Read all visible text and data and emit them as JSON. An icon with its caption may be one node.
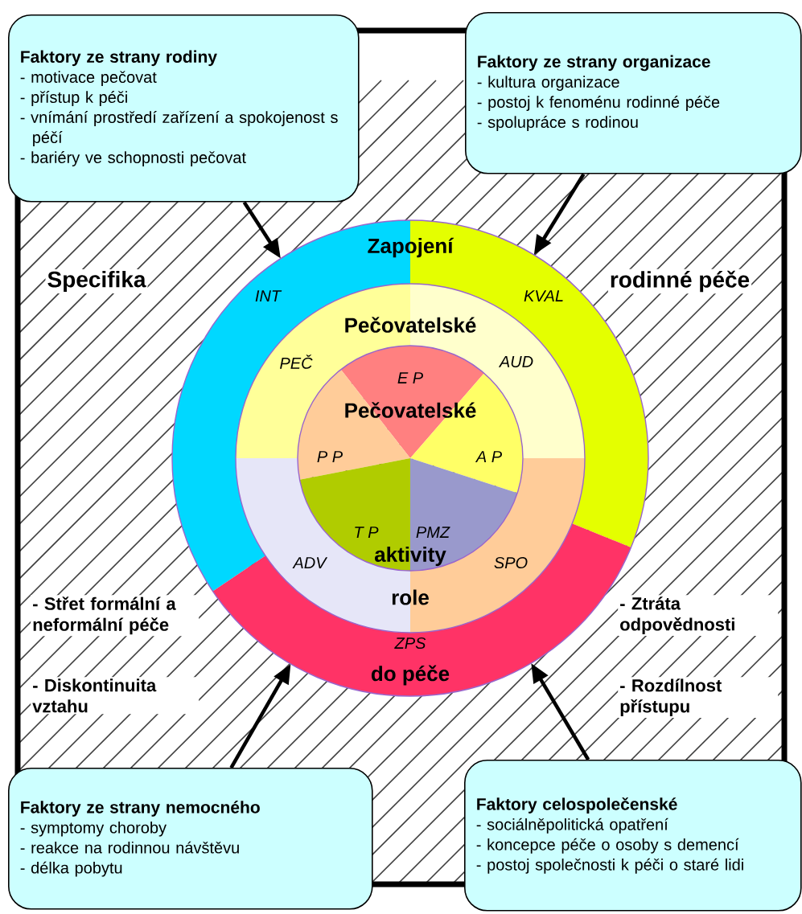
{
  "diagram": {
    "nodes": [
      {
        "text": [
          "Faktory ze strany rodiny",
          "- motivace pečovat",
          "- přístup k péči",
          "- vnímání prostředí zařízení a spokojenost s péčí",
          "- bariéry ve schopnosti pečovat"
        ]
      },
      {
        "text": [
          "Faktory ze strany organizace",
          "- kultura organizace",
          "- postoj k fenoménu rodinné péče",
          "- spolupráce s rodinou"
        ]
      },
      {
        "text": [
          "INT"
        ]
      },
      {
        "text": [
          "KVAL"
        ]
      },
      {
        "text": [
          "PEČ"
        ]
      },
      {
        "text": [
          "AUD"
        ]
      },
      {
        "text": [
          "E P"
        ]
      },
      {
        "text": [
          "P P"
        ]
      },
      {
        "text": [
          "A P"
        ]
      },
      {
        "text": [
          "T P"
        ]
      },
      {
        "text": [
          "PMZ"
        ]
      },
      {
        "text": [
          "ADV"
        ]
      },
      {
        "text": [
          "SPO"
        ]
      },
      {
        "text": [
          "ZPS"
        ]
      },
      {
        "text": [
          "Faktory ze strany nemocného",
          "- symptomy choroby",
          "- reakce na rodinnou návštěvu",
          "- délka pobytu"
        ]
      },
      {
        "text": [
          "Faktory celospolečenské",
          "- sociálněpolitická opatření",
          "- koncepce péče o osoby s demencí",
          "- postoj společnosti k péči o staré lidi"
        ]
      }
    ],
    "edges": [
      {
        "from": 0,
        "to": 2,
        "arrow": "to"
      },
      {
        "from": 1,
        "to": 3,
        "arrow": "to"
      },
      {
        "from": 14,
        "to": 13,
        "arrow": "to"
      },
      {
        "from": 15,
        "to": 13,
        "arrow": "to"
      }
    ],
    "labels": [
      "Zapojení",
      "Specifika",
      "rodinné péče",
      "Pečovatelské",
      "Pečovatelské",
      "aktivity",
      "role",
      "do péče",
      "- Střet formální a neformální péče",
      "- Ztráta odpovědnosti",
      "- Diskontinuita vztahu",
      "- Rozdílnost přístupu"
    ]
  }
}
